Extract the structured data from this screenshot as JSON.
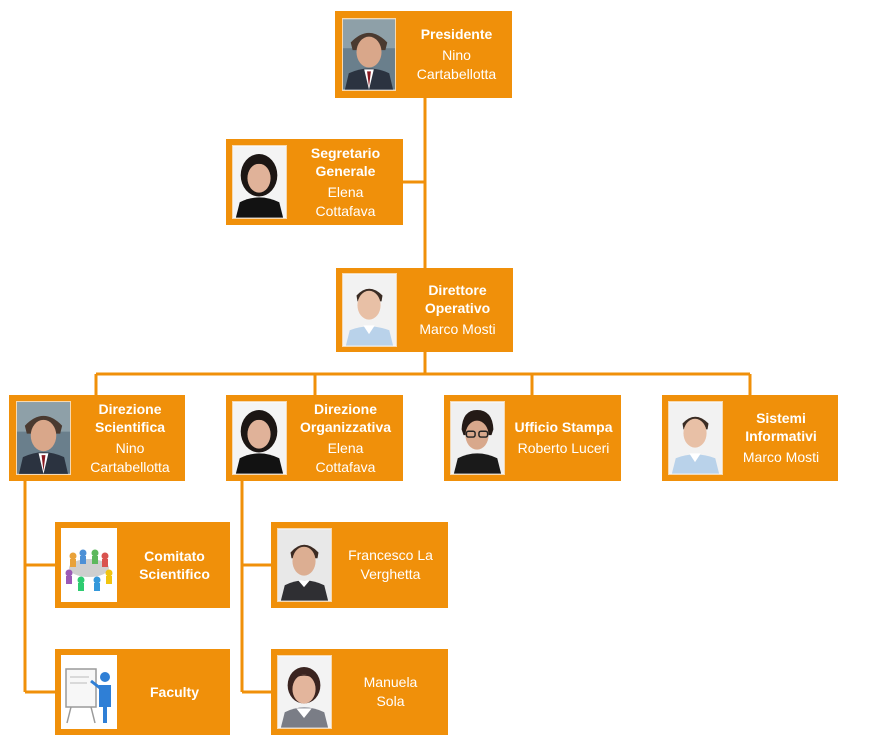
{
  "nodes": {
    "presidente": {
      "title": "Presidente",
      "name_lines": [
        "Nino",
        "Cartabellotta"
      ]
    },
    "segretario": {
      "title_lines": [
        "Segretario",
        "Generale"
      ],
      "name_lines": [
        "Elena",
        "Cottafava"
      ]
    },
    "direttore": {
      "title_lines": [
        "Direttore",
        "Operativo"
      ],
      "name": "Marco Mosti"
    },
    "dir_scientifica": {
      "title_lines": [
        "Direzione",
        "Scientifica"
      ],
      "name_lines": [
        "Nino",
        "Cartabellotta"
      ]
    },
    "dir_organizzativa": {
      "title_lines": [
        "Direzione",
        "Organizzativa"
      ],
      "name_lines": [
        "Elena",
        "Cottafava"
      ]
    },
    "ufficio_stampa": {
      "title": "Ufficio Stampa",
      "name": "Roberto Luceri"
    },
    "sistemi": {
      "title_lines": [
        "Sistemi",
        "Informativi"
      ],
      "name": "Marco Mosti"
    },
    "comitato": {
      "title_lines": [
        "Comitato",
        "Scientifico"
      ]
    },
    "faculty": {
      "title": "Faculty"
    },
    "la_verghetta": {
      "name_lines": [
        "Francesco La",
        "Verghetta"
      ]
    },
    "sola": {
      "name_lines": [
        "Manuela",
        "Sola"
      ]
    }
  },
  "colors": {
    "box": "#F0900A",
    "line": "#F0900A",
    "text": "#ffffff"
  }
}
